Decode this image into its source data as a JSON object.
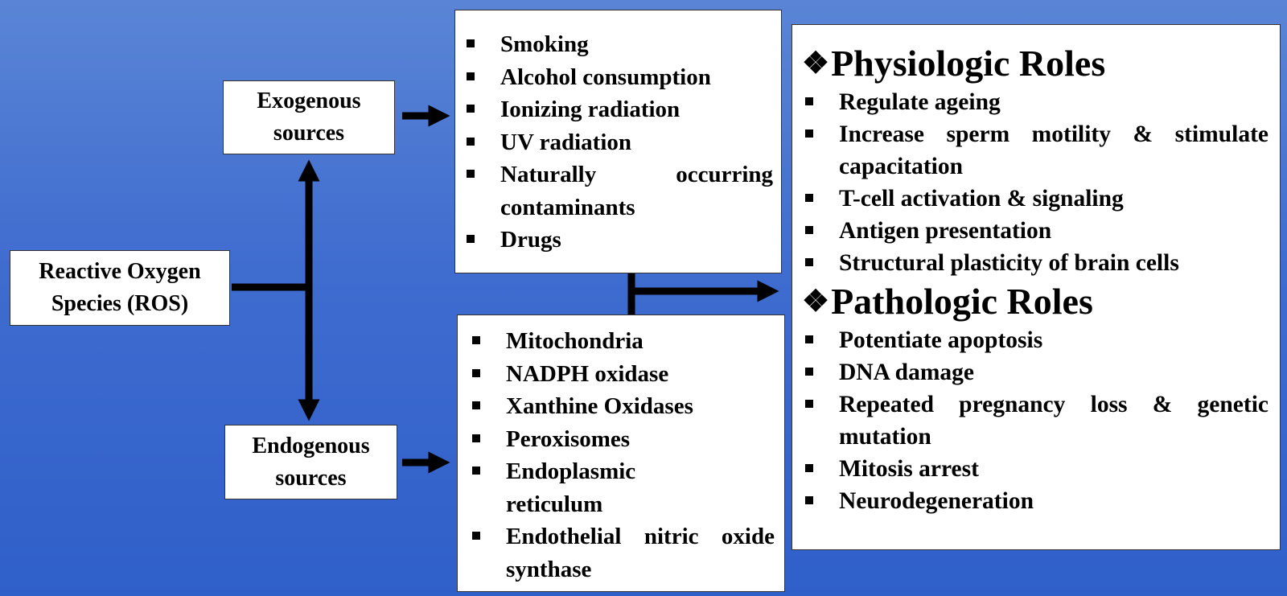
{
  "nodes": {
    "ros": "Reactive Oxygen\nSpecies (ROS)",
    "exogenous": "Exogenous\nsources",
    "endogenous": "Endogenous\nsources"
  },
  "exogenous_list": [
    "Smoking",
    "Alcohol consumption",
    "Ionizing radiation",
    "UV radiation",
    "Naturally occurring contaminants",
    "Drugs"
  ],
  "endogenous_list": [
    "Mitochondria",
    "NADPH oxidase",
    "Xanthine Oxidases",
    "Peroxisomes",
    "Endoplasmic reticulum",
    "Endothelial nitric oxide synthase"
  ],
  "physiologic": {
    "title": "Physiologic Roles",
    "items": [
      "Regulate ageing",
      "Increase sperm motility & stimulate capacitation",
      "T-cell activation & signaling",
      "Antigen presentation",
      "Structural plasticity of brain cells"
    ]
  },
  "pathologic": {
    "title": "Pathologic Roles",
    "items": [
      "Potentiate apoptosis",
      "DNA damage",
      "Repeated pregnancy loss & genetic mutation",
      "Mitosis arrest",
      "Neurodegeneration"
    ]
  },
  "colors": {
    "background_top": "#5a85d6",
    "background_bottom": "#2f5fc9",
    "box": "#ffffff",
    "arrow": "#000000"
  },
  "icons": {
    "heading_bullet": "four-diamond-icon"
  }
}
